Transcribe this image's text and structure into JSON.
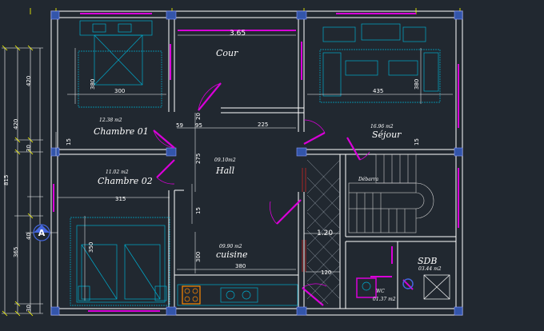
{
  "rooms": {
    "chambre01": {
      "name": "Chambre 01",
      "area": "12.38 m2"
    },
    "chambre02": {
      "name": "Chambre 02",
      "area": "11.02 m2"
    },
    "cour": {
      "name": "Cour"
    },
    "hall": {
      "name": "Hall",
      "area": "09.10m2"
    },
    "cuisine": {
      "name": "cuisine",
      "area": "09.90 m2"
    },
    "sejour": {
      "name": "Séjour",
      "area": "16.96 m2"
    },
    "sdb": {
      "name": "SDB",
      "area": "03.44 m2"
    },
    "wc": {
      "name": "WC",
      "area": "01.37 m2"
    },
    "debarra": {
      "name": "Débarra"
    }
  },
  "dimensions": {
    "cour_width": "3.65",
    "ch1_width": "300",
    "ch1_depth": "380",
    "sejour_width": "435",
    "sejour_depth": "380",
    "hall_width": "225",
    "hall_d1": "59",
    "hall_d2": "95",
    "hall_d3": "20",
    "hall_depth": "275",
    "hall_d4": "15",
    "wall_15a": "15",
    "wall_15b": "15",
    "ch2_width": "315",
    "ch2_depth": "350",
    "cuisine_width": "380",
    "cuisine_depth": "300",
    "stair_gap": "1.20",
    "stair_gap2": "120",
    "left_total": "815",
    "left_420a": "420",
    "left_420b": "420",
    "left_30a": "30",
    "left_30b": "30",
    "left_40": "40",
    "left_365": "365"
  },
  "markers": {
    "section_a": "A"
  },
  "colors": {
    "background": "#212830",
    "wall": "#ffffff",
    "wall_fill": "#c6c6c6",
    "dimension": "#ffffff",
    "opening": "#d900d9",
    "furniture": "#00aacc",
    "column": "#3355aa",
    "red_line": "#cc2222",
    "section_blue": "#4466dd",
    "stove": "#ff8800",
    "stair": "#cccccc",
    "grid_tick": "#ffff00"
  }
}
